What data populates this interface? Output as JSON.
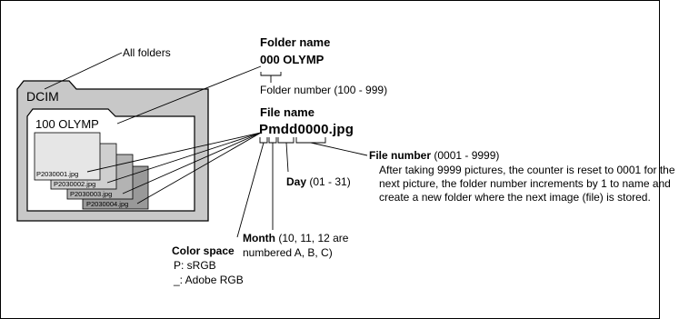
{
  "all_folders_label": "All folders",
  "dcim_label": "DCIM",
  "subfolder_label": "100 OLYMP",
  "files": [
    "P2030001.jpg",
    "P2030002.jpg",
    "P2030003.jpg",
    "P2030004.jpg"
  ],
  "folder_name": {
    "title": "Folder name",
    "example": "000 OLYMP",
    "number_desc": "Folder number (100 - 999)"
  },
  "file_name": {
    "title": "File name",
    "example": "Pmdd0000.jpg"
  },
  "file_number": {
    "title": "File number",
    "range": " (0001 - 9999)",
    "description": "After taking 9999 pictures, the counter is reset to 0001 for the next picture, the folder number increments by 1 to name and create a new folder where the next image (file) is stored."
  },
  "day": {
    "title": "Day",
    "range": " (01 - 31)"
  },
  "month": {
    "title": "Month",
    "range": " (10, 11, 12 are",
    "line2": "numbered A, B, C)"
  },
  "color_space": {
    "title": "Color space",
    "srgb": "P: sRGB",
    "adobe": "_: Adobe RGB"
  },
  "colors": {
    "folder_fill": "#c8c8c8",
    "file1": "#e6e6e6",
    "file2": "#cfcfcf",
    "file3": "#b3b3b3",
    "file4": "#999999"
  }
}
